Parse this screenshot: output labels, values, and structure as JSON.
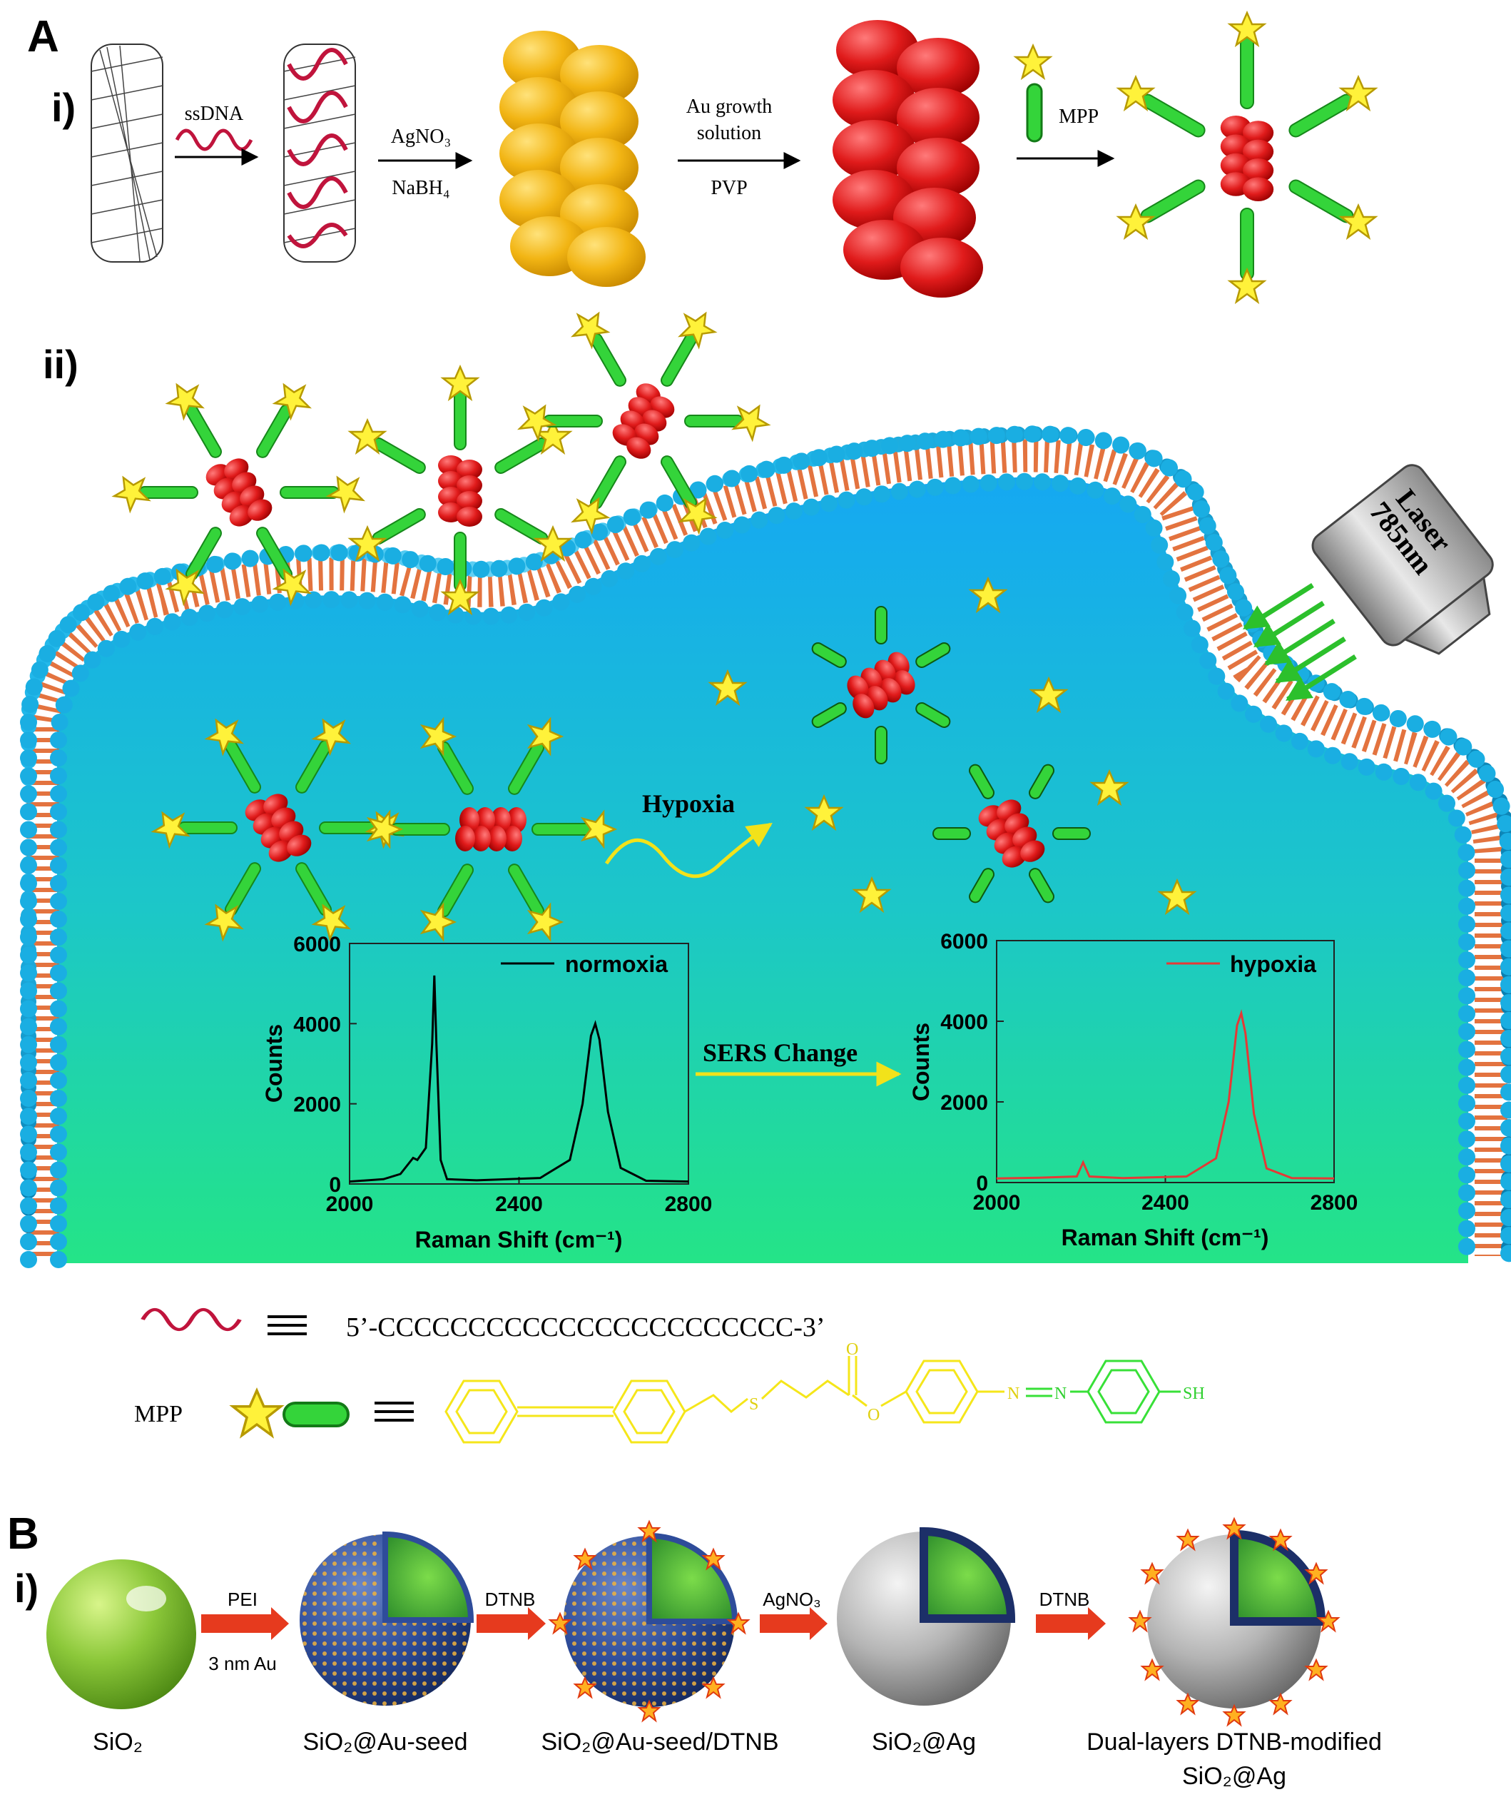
{
  "panel_a": {
    "label": "A",
    "sub_i": "i)",
    "sub_ii": "ii)",
    "step1": "ssDNA",
    "step2_top": "AgNO₃",
    "step2_bottom": "NaBH₄",
    "step3_top_line1": "Au growth",
    "step3_top_line2": "solution",
    "step3_bottom": "PVP",
    "step4": "MPP",
    "laser_line1": "785nm",
    "laser_line2": "Laser",
    "hypoxia": "Hypoxia",
    "sers_change": "SERS Change",
    "dna_sequence": "5’-CCCCCCCCCCCCCCCCCCCCCCC-3’",
    "mpp_label": "MPP",
    "chem_s": "S",
    "chem_o": "O",
    "chem_o2": "O",
    "chem_n1": "N",
    "chem_n2": "N",
    "chem_sh": "SH"
  },
  "chart_data": [
    {
      "type": "line",
      "series": [
        {
          "name": "normoxia",
          "color": "#000000",
          "x": [
            2000,
            2080,
            2120,
            2150,
            2160,
            2180,
            2195,
            2200,
            2205,
            2215,
            2230,
            2300,
            2450,
            2520,
            2550,
            2570,
            2580,
            2590,
            2610,
            2640,
            2700,
            2800
          ],
          "y": [
            60,
            120,
            250,
            650,
            600,
            900,
            3500,
            5200,
            3500,
            600,
            120,
            90,
            150,
            600,
            2000,
            3700,
            4000,
            3600,
            1800,
            400,
            80,
            60
          ]
        }
      ],
      "xlabel": "Raman Shift (cm⁻¹)",
      "ylabel": "Counts",
      "xlim": [
        2000,
        2800
      ],
      "ylim": [
        0,
        6000
      ],
      "xticks": [
        "2000",
        "2400",
        "2800"
      ],
      "yticks": [
        "0",
        "2000",
        "4000",
        "6000"
      ],
      "legend": "top-right",
      "grid": false
    },
    {
      "type": "line",
      "series": [
        {
          "name": "hypoxia",
          "color": "#e53935",
          "x": [
            2000,
            2100,
            2190,
            2205,
            2220,
            2300,
            2450,
            2520,
            2550,
            2570,
            2580,
            2590,
            2610,
            2640,
            2700,
            2800
          ],
          "y": [
            100,
            120,
            150,
            500,
            150,
            110,
            150,
            600,
            2000,
            3900,
            4200,
            3700,
            1700,
            350,
            110,
            100
          ]
        }
      ],
      "xlabel": "Raman Shift (cm⁻¹)",
      "ylabel": "Counts",
      "xlim": [
        2000,
        2800
      ],
      "ylim": [
        0,
        6000
      ],
      "xticks": [
        "2000",
        "2400",
        "2800"
      ],
      "yticks": [
        "0",
        "2000",
        "4000",
        "6000"
      ],
      "legend": "top-right",
      "grid": false
    }
  ],
  "panel_b": {
    "label": "B",
    "sub_i": "i)",
    "arrow1_top": "PEI",
    "arrow1_bottom": "3 nm Au",
    "arrow2": "DTNB",
    "arrow3": "AgNO₃",
    "arrow4": "DTNB",
    "particles": [
      "SiO₂",
      "SiO₂@Au-seed",
      "SiO₂@Au-seed/DTNB",
      "SiO₂@Ag",
      "Dual-layers DTNB-modified",
      "SiO₂@Ag"
    ]
  },
  "colors": {
    "membrane_head": "#1fb6e6",
    "lipid_tail": "#e0642a",
    "cell_top": "#18aaf0",
    "cell_bottom": "#22e08c",
    "gold_particle": "#f2b514",
    "red_particle": "#e01b1b",
    "linker_green": "#22c22a",
    "star_yellow": "#ffe92a",
    "arrow_green": "#2cc02c",
    "arrow_red": "#e63a1e",
    "chem_yellow": "#f5e61a",
    "chem_green": "#38e038"
  }
}
